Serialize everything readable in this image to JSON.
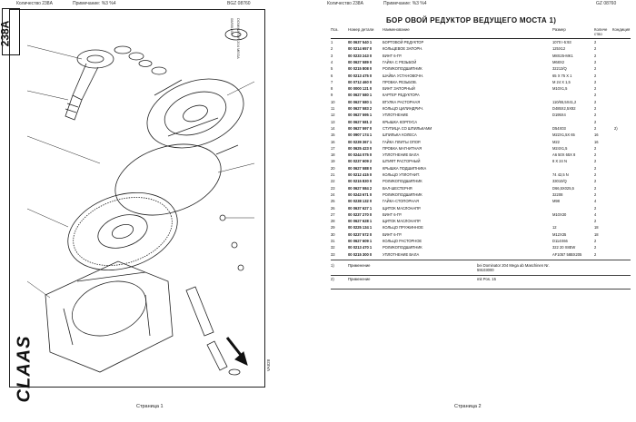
{
  "header": {
    "left_qty": "Количество 238A",
    "left_note": "Примечание: %3 %4",
    "left_code": "BGZ 08760",
    "right_qty": "Количество 238A",
    "right_note": "Примечание: %3 %4",
    "right_code": "GZ 08760"
  },
  "drawing": {
    "code": "238A",
    "side_text_1": "08/95/163",
    "side_text_2": "DOMINATOR 204 MEGA",
    "plate": "VA828",
    "logo": "CLAAS",
    "page_label": "Страница 1"
  },
  "table": {
    "title": "БОР  ОВОЙ РЕДУКТОР ВЕДУЩЕГО МОСТА  1)",
    "headers": {
      "no": "Поз.",
      "part": "Номер детали",
      "name": "Наименование",
      "size": "Размер",
      "qty": "Количе ство",
      "cond": "Кондиция"
    },
    "rows": [
      {
        "no": "1",
        "part": "00 0637 540 1",
        "name": "БОРТОВОЙ РЕДУКТОР",
        "size": "1070 I-5:93",
        "qty": "2",
        "cond": ""
      },
      {
        "no": "2",
        "part": "00 0214 657 0",
        "name": "КОЛЬЦЕВОЕ ЗАПОРН.",
        "size": "125X12",
        "qty": "2",
        "cond": ""
      },
      {
        "no": "3",
        "part": "00 0233 243 0",
        "name": "ВИНТ 6-ГР.",
        "size": "M8X25-MK1",
        "qty": "2",
        "cond": ""
      },
      {
        "no": "4",
        "part": "00 0627 589 0",
        "name": "ГАЙКА С РЕЗЬБОЙ",
        "size": "M68X2",
        "qty": "2",
        "cond": ""
      },
      {
        "no": "5",
        "part": "00 0215 808 0",
        "name": "РОЛИКОПОДШИПНИК",
        "size": "32213/Q",
        "qty": "2",
        "cond": ""
      },
      {
        "no": "6",
        "part": "00 0213 475 0",
        "name": "ШАЙБА УСТАНОВОЧН.",
        "size": "65 X 75 X 1",
        "qty": "2",
        "cond": ""
      },
      {
        "no": "7",
        "part": "00 0712 460 0",
        "name": "ПРОБКА РЕЗЬБОВ.",
        "size": "M 24 X 1,5",
        "qty": "2",
        "cond": ""
      },
      {
        "no": "8",
        "part": "00 0000 121 0",
        "name": "ВИНТ ЗАПОРНЫЙ",
        "size": "M10X1,5",
        "qty": "2",
        "cond": ""
      },
      {
        "no": "9",
        "part": "00 0627 580 1",
        "name": "КАРТЕР РЕДУКТОРА",
        "size": "",
        "qty": "2",
        "cond": ""
      },
      {
        "no": "10",
        "part": "00 0627 580 1",
        "name": "ВТУЛКА РАСТОРНАЯ",
        "size": "110/65,5X41,2",
        "qty": "2",
        "cond": ""
      },
      {
        "no": "11",
        "part": "00 0627 583 2",
        "name": "КОЛЬЦО ЦИЛИНДРИЧ.",
        "size": "D485X2,5X82",
        "qty": "2",
        "cond": ""
      },
      {
        "no": "12",
        "part": "00 0627 595 1",
        "name": "УПЛОТНЕНИЕ",
        "size": "D195X4",
        "qty": "2",
        "cond": ""
      },
      {
        "no": "13",
        "part": "00 0627 581 2",
        "name": "КРЫШКА КОРПУСА",
        "size": "",
        "qty": "2",
        "cond": ""
      },
      {
        "no": "14",
        "part": "00 0627 597 0",
        "name": "СТУПИЦА СО ШПИЛЬКАМИ",
        "size": "D54X03",
        "qty": "2",
        "cond": "2)"
      },
      {
        "no": "15",
        "part": "00 0907 174 1",
        "name": "ШПИЛЬКА КОЛЕСА",
        "size": "M22X1,5X 65",
        "qty": "16",
        "cond": ""
      },
      {
        "no": "16",
        "part": "00 0239 367 1",
        "name": "ГАЙКА ПЛИТЫ ОПОР.",
        "size": "M22",
        "qty": "16",
        "cond": ""
      },
      {
        "no": "17",
        "part": "00 0625 423 0",
        "name": "ПРОБКА МАГНИТНАЯ",
        "size": "M24X1,5",
        "qty": "2",
        "cond": ""
      },
      {
        "no": "18",
        "part": "00 0244 075 0",
        "name": "УПЛОТНЕНИЕ ВАЛА",
        "size": "A6 50X 65X 8",
        "qty": "2",
        "cond": ""
      },
      {
        "no": "19",
        "part": "00 0237 609 2",
        "name": "ШТИФТ РАСТОРНЫЙ",
        "size": "8  X 24 N",
        "qty": "2",
        "cond": ""
      },
      {
        "no": "20",
        "part": "00 0627 588 0",
        "name": "КРЫШКА ПОДШИПНИКА",
        "size": "",
        "qty": "2",
        "cond": ""
      },
      {
        "no": "21",
        "part": "00 0212 415 0",
        "name": "КОЛЬЦО УПЛОТНИТ.",
        "size": "74  42,5  N",
        "qty": "2",
        "cond": ""
      },
      {
        "no": "22",
        "part": "00 0215 830 0",
        "name": "РОЛИКОПОДШИПНИК",
        "size": "33010/Q",
        "qty": "2",
        "cond": ""
      },
      {
        "no": "23",
        "part": "00 0627 584 2",
        "name": "ВАЛ-ШЕСТЕРНЯ",
        "size": "D66,5X025,5",
        "qty": "2",
        "cond": ""
      },
      {
        "no": "24",
        "part": "00 0243 671 0",
        "name": "РОЛИКОПОДШИПНИК",
        "size": "32208",
        "qty": "2",
        "cond": ""
      },
      {
        "no": "25",
        "part": "00 0238 132 0",
        "name": "ГАЙКА-СТОПОРНАЯ",
        "size": "M98",
        "qty": "4",
        "cond": ""
      },
      {
        "no": "26",
        "part": "00 0637 627 1",
        "name": "ЩИТОК МАСЛОНАПР.",
        "size": "",
        "qty": "2",
        "cond": ""
      },
      {
        "no": "27",
        "part": "00 0237 270 0",
        "name": "ВИНТ 6-ГР.",
        "size": "M10X30",
        "qty": "4",
        "cond": ""
      },
      {
        "no": "28",
        "part": "00 0627 628 1",
        "name": "ЩИТОК МАСЛОНАПР.",
        "size": "",
        "qty": "2",
        "cond": ""
      },
      {
        "no": "29",
        "part": "00 0225 134 1",
        "name": "КОЛЬЦО ПРУЖИННОЕ",
        "size": "12",
        "qty": "18",
        "cond": ""
      },
      {
        "no": "30",
        "part": "00 0237 572 0",
        "name": "ВИНТ 6-ГР.",
        "size": "M12X35",
        "qty": "18",
        "cond": ""
      },
      {
        "no": "31",
        "part": "00 0627 609 1",
        "name": "КОЛЬЦО РАСТОРНОЕ",
        "size": "D114X66",
        "qty": "2",
        "cond": ""
      },
      {
        "no": "32",
        "part": "00 0213 470 1",
        "name": "РОЛИКОПОДШИПНИК",
        "size": "322 20 X8EW",
        "qty": "2",
        "cond": ""
      },
      {
        "no": "33",
        "part": "00 0215 300 0",
        "name": "УПЛОТНЕНИЕ ВАЛА",
        "size": "AF1057 58BX205",
        "qty": "2",
        "cond": ""
      }
    ],
    "notes": [
      {
        "no": "1)",
        "label": "Применение",
        "text": "bei Dominator 204 Mega ab Maschinen Nr. 59103000"
      },
      {
        "no": "2)",
        "label": "Применение",
        "text": "mit Pos. 15"
      }
    ],
    "page_label": "Страница 2"
  }
}
